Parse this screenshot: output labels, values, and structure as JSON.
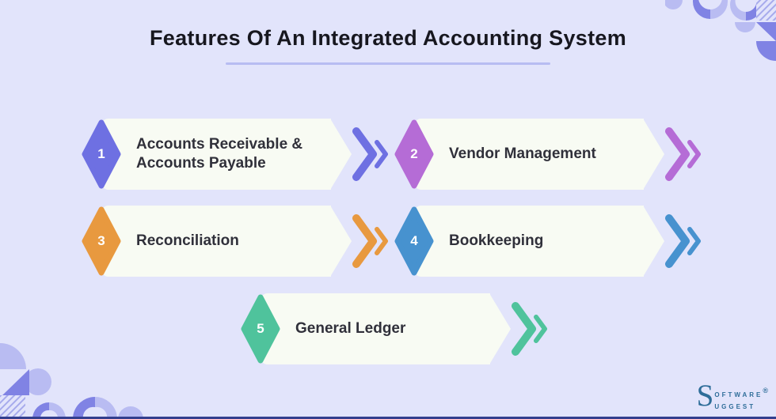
{
  "page": {
    "background": "#e2e4fb",
    "banner_fill": "#f8fbf3",
    "bottom_bar_color": "#333e8e"
  },
  "header": {
    "title": "Features Of An Integrated Accounting System",
    "underline_color": "#b7bcf2"
  },
  "features": [
    {
      "number": "1",
      "label": "Accounts Receivable &\nAccounts Payable",
      "accent": "#6e70e2"
    },
    {
      "number": "2",
      "label": "Vendor Management",
      "accent": "#b56cd6"
    },
    {
      "number": "3",
      "label": "Reconciliation",
      "accent": "#e8993f"
    },
    {
      "number": "4",
      "label": "Bookkeeping",
      "accent": "#4792cf"
    },
    {
      "number": "5",
      "label": "General Ledger",
      "accent": "#4fc39c"
    }
  ],
  "decor": {
    "purple_medium": "#8083e4",
    "purple_light": "#b9bcf2"
  },
  "logo": {
    "initial": "S",
    "word1": "oftware",
    "registered": "®",
    "word2": "uggest",
    "color": "#2e6d99"
  }
}
